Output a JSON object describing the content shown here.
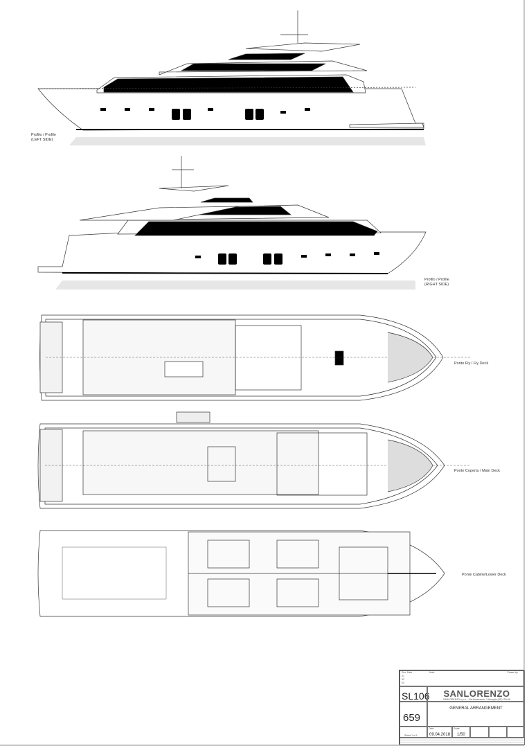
{
  "views": {
    "left_profile": {
      "title": "Profilo / Profile",
      "subtitle": "(LEFT SIDE)"
    },
    "right_profile": {
      "title": "Profilo / Profile",
      "subtitle": "(RIGHT SIDE)"
    },
    "fly_deck": {
      "title": "Ponte Fly / Fly Deck"
    },
    "main_deck": {
      "title": "Ponte Coperta / Main Deck"
    },
    "lower_deck": {
      "title": "Ponte Cabine/Lower Deck"
    }
  },
  "title_block": {
    "rev_date_label": "Rev. Date",
    "note_label": "Note",
    "drawn_by_label": "Drawn by",
    "revisions": [
      "01",
      "02",
      "03"
    ],
    "model": "SL106",
    "brand": "SANLORENZO",
    "company_address": "SANLORENZO s.p.a. - Via Armezzone, 3 Ameglia (SP) ITALIA",
    "hull_number": "659",
    "drawing_title": "GENERAL ARRANGEMENT",
    "sheet": "Sheet 1 of 1",
    "date_label": "Date",
    "date": "09.04.2018",
    "scale_label": "Scale",
    "scale": "1/50"
  }
}
